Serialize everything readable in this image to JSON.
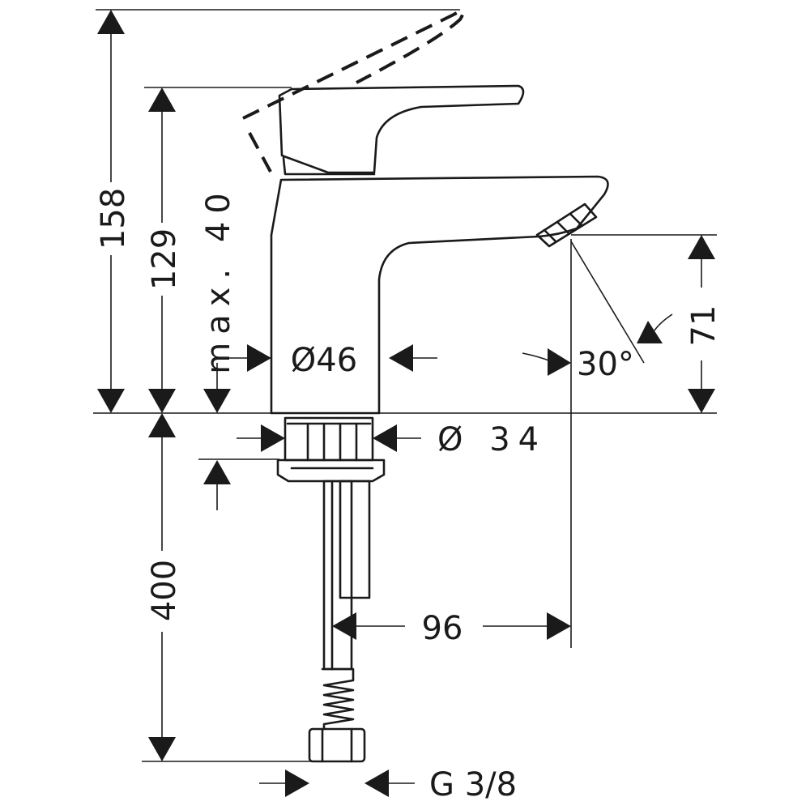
{
  "dimensions": {
    "overall_height": "158",
    "spout_height": "129",
    "max_deck_thickness": "max. 40",
    "body_diameter": "Ø46",
    "thread_diameter": "Ø 34",
    "spout_reach_height": "71",
    "spray_angle": "30°",
    "hose_length": "400",
    "projection": "96",
    "connection_thread": "G 3/8"
  },
  "colors": {
    "line": "#1a1a1a",
    "background": "#ffffff"
  }
}
